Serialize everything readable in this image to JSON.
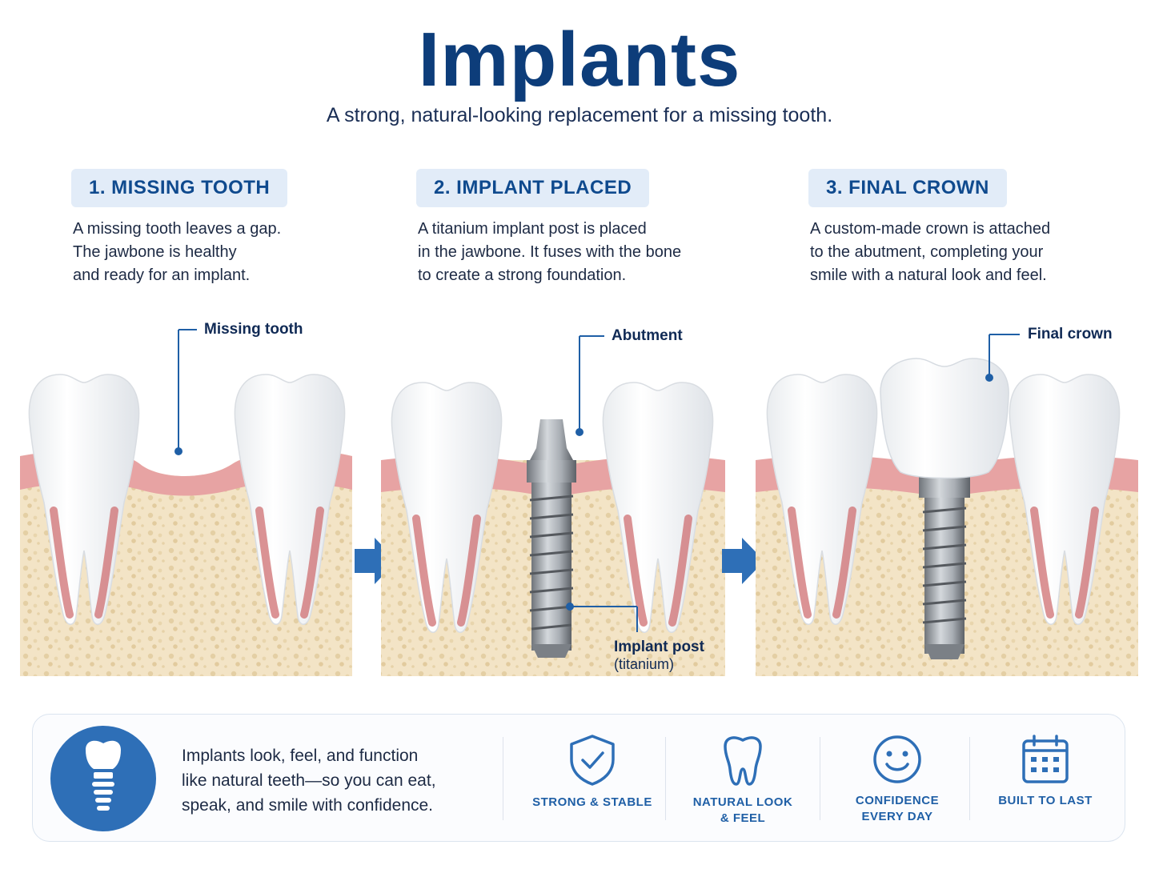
{
  "header": {
    "title": "Implants",
    "subtitle": "A strong, natural-looking replacement for a missing tooth."
  },
  "steps": [
    {
      "label": "1. MISSING TOOTH",
      "desc": [
        "A missing tooth leaves a gap.",
        "The jawbone is healthy",
        "and ready for an implant."
      ],
      "callouts": [
        "Missing tooth"
      ]
    },
    {
      "label": "2. IMPLANT PLACED",
      "desc": [
        "A titanium implant post is placed",
        "in the jawbone. It fuses with the bone",
        "to create a strong foundation."
      ],
      "callouts": [
        "Abutment",
        "Implant post",
        "(titanium)"
      ]
    },
    {
      "label": "3. FINAL CROWN",
      "desc": [
        "A custom-made crown is attached",
        "to the abutment, completing your",
        "smile with a natural look and feel."
      ],
      "callouts": [
        "Final crown"
      ]
    }
  ],
  "benefits": {
    "intro": [
      "Implants look, feel, and function",
      "like natural teeth—so you can eat,",
      "speak, and smile with confidence."
    ],
    "items": [
      {
        "icon": "shield-check-icon",
        "label": [
          "STRONG & STABLE"
        ]
      },
      {
        "icon": "tooth-icon",
        "label": [
          "NATURAL LOOK",
          "& FEEL"
        ]
      },
      {
        "icon": "smiley-icon",
        "label": [
          "CONFIDENCE",
          "EVERY DAY"
        ]
      },
      {
        "icon": "calendar-icon",
        "label": [
          "BUILT TO LAST"
        ]
      }
    ]
  },
  "colors": {
    "title": "#0d3d7a",
    "accent": "#2e6fb7",
    "badge_bg": "#e2ecf8",
    "gum": "#e7a3a3",
    "bone": "#f1e2c4"
  }
}
